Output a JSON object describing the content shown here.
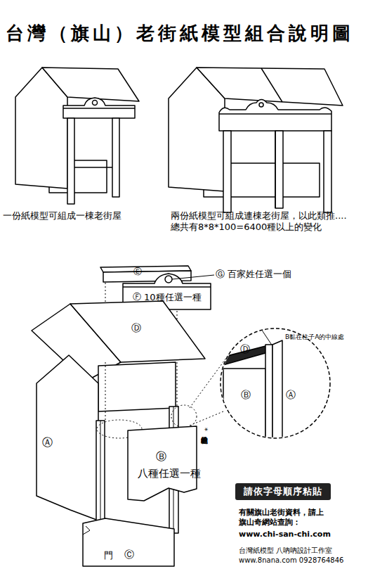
{
  "diagram": {
    "title": "台灣（旗山）老街紙模型組合說明圖",
    "nodes": [
      {
        "text": [
          "請依字母順序粘貼"
        ]
      }
    ],
    "labels": [
      "一份紙模型可組成一棟老街屋",
      "兩份紙模型可組成連棟老街屋，以此類推.... 總共有8*8*100=6400種以上的變化",
      "Ⓔ",
      "Ⓖ",
      "百家姓任選一個",
      "Ⓕ",
      "10種任選一種",
      "Ⓓ",
      "Ⓓ",
      "B黏在柱子A的中線處",
      "Ⓑ",
      "Ⓐ",
      "Ⓐ",
      "*黏在柱子的中線處",
      "Ⓑ",
      "八種任選一種",
      "門",
      "Ⓒ",
      "有關旗山老街資料，請上 旗山奇網站查詢：",
      "www.chi-san-chi.com",
      "台灣紙模型 八吶吶設計工作室",
      "www.8nana.com 0928764846"
    ]
  }
}
